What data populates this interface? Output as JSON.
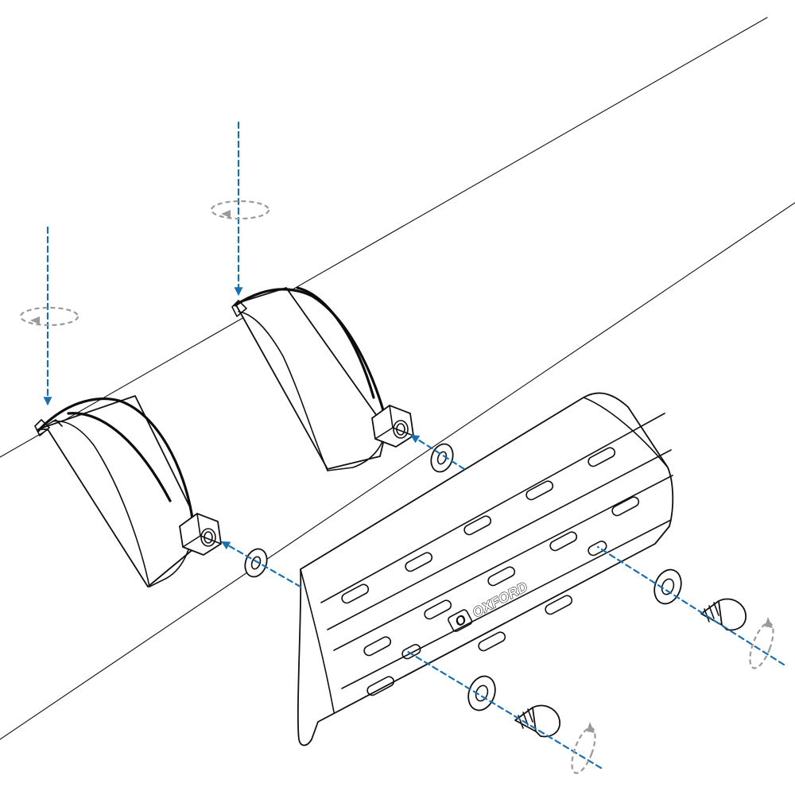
{
  "brand": {
    "logo_text": "OXFORD",
    "emblem_text": "O"
  },
  "colors": {
    "line": "#111111",
    "fitting_axis": "#1a6fb0",
    "rotation": "#9a9a9a",
    "background": "#ffffff"
  },
  "parts": [
    "exhaust-pipe",
    "hose-clamp",
    "clamp-nut",
    "heat-shield",
    "washer",
    "button-head-bolt"
  ]
}
